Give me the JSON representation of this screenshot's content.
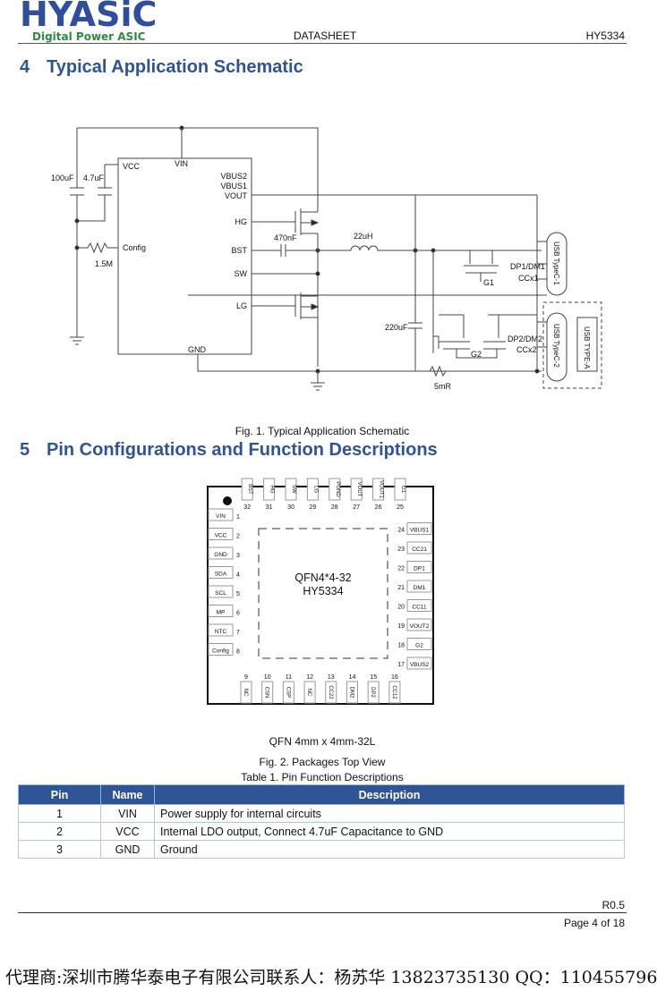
{
  "header": {
    "logo_text": "HYASiC",
    "logo_tagline": "Digital Power ASIC",
    "doc_type": "DATASHEET",
    "part_number": "HY5334",
    "colors": {
      "brand_blue": "#2f4f9c",
      "brand_green": "#2e8a3e",
      "heading_blue": "#2f5496"
    }
  },
  "section4": {
    "number": "4",
    "title": "Typical Application Schematic",
    "figure_caption": "Fig. 1. Typical Application Schematic",
    "schematic": {
      "ic_pins_left": [
        "VCC",
        "Config"
      ],
      "ic_pins_top": [
        "VIN"
      ],
      "ic_pins_right": [
        "VBUS2",
        "VBUS1",
        "VOUT",
        "HG",
        "BST",
        "SW",
        "LG"
      ],
      "ic_pins_bottom": [
        "GND"
      ],
      "components": {
        "c_in": "100uF",
        "c_vcc": "4.7uF",
        "r_config": "1.5M",
        "c_bst": "470nF",
        "inductor": "22uH",
        "c_out": "220uF",
        "r_sense": "5mR",
        "g1": "G1",
        "g2": "G2"
      },
      "port_labels": {
        "port1_signals": "DP1/DM1",
        "port1_cc": "CCx1",
        "port2_signals": "DP2/DM2",
        "port2_cc": "CCx2",
        "connector1": "USB TypeC-1",
        "connector2": "USB TypeC-2",
        "connector3": "USB TYPE-A"
      }
    }
  },
  "section5": {
    "number": "5",
    "title": "Pin Configurations and Function Descriptions",
    "package": {
      "name_line1": "QFN4*4-32",
      "name_line2": "HY5334",
      "left_pins": [
        {
          "num": "1",
          "name": "VIN"
        },
        {
          "num": "2",
          "name": "VCC"
        },
        {
          "num": "3",
          "name": "GND"
        },
        {
          "num": "4",
          "name": "SDA"
        },
        {
          "num": "5",
          "name": "SCL"
        },
        {
          "num": "6",
          "name": "MP"
        },
        {
          "num": "7",
          "name": "NTC"
        },
        {
          "num": "8",
          "name": "Config"
        }
      ],
      "bottom_pins": [
        {
          "num": "9",
          "name": "NC"
        },
        {
          "num": "10",
          "name": "CSN"
        },
        {
          "num": "11",
          "name": "CSP"
        },
        {
          "num": "12",
          "name": "NC"
        },
        {
          "num": "13",
          "name": "CC22"
        },
        {
          "num": "14",
          "name": "DM2"
        },
        {
          "num": "15",
          "name": "DP2"
        },
        {
          "num": "16",
          "name": "CC12"
        }
      ],
      "right_pins": [
        {
          "num": "17",
          "name": "VBUS2"
        },
        {
          "num": "18",
          "name": "G2"
        },
        {
          "num": "19",
          "name": "VOUT2"
        },
        {
          "num": "20",
          "name": "CC11"
        },
        {
          "num": "21",
          "name": "DM1"
        },
        {
          "num": "22",
          "name": "DP1"
        },
        {
          "num": "23",
          "name": "CC21"
        },
        {
          "num": "24",
          "name": "VBUS1"
        }
      ],
      "top_pins": [
        {
          "num": "25",
          "name": "G1"
        },
        {
          "num": "26",
          "name": "VOUT1"
        },
        {
          "num": "27",
          "name": "VOUT"
        },
        {
          "num": "28",
          "name": "PGND"
        },
        {
          "num": "29",
          "name": "LG"
        },
        {
          "num": "30",
          "name": "SW"
        },
        {
          "num": "31",
          "name": "HG"
        },
        {
          "num": "32",
          "name": "BST"
        }
      ]
    },
    "package_caption": "QFN 4mm x 4mm-32L",
    "figure_caption": "Fig. 2. Packages Top View",
    "table_caption": "Table 1. Pin Function Descriptions",
    "table": {
      "headers": [
        "Pin",
        "Name",
        "Description"
      ],
      "rows": [
        [
          "1",
          "VIN",
          "Power supply for internal circuits"
        ],
        [
          "2",
          "VCC",
          "Internal LDO output, Connect 4.7uF Capacitance to GND"
        ],
        [
          "3",
          "GND",
          "Ground"
        ]
      ]
    }
  },
  "footer": {
    "revision": "R0.5",
    "page": "Page 4 of 18",
    "agent_line": "代理商:深圳市腾华泰电子有限公司联系人：杨苏华 13823735130  QQ：110455796"
  }
}
